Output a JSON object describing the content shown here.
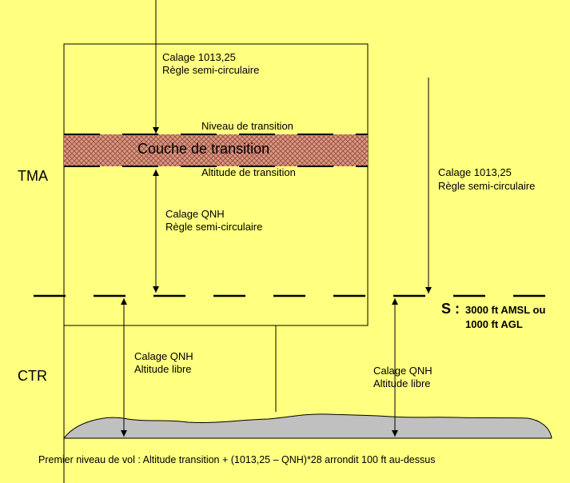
{
  "colors": {
    "background": "#ffff80",
    "transition_layer": "#c87c6c",
    "terrain": "#c0c0c0",
    "lines": "#000000"
  },
  "zones": {
    "tma": "TMA",
    "ctr": "CTR"
  },
  "tma_upper": {
    "line1": "Calage 1013,25",
    "line2": "Règle semi-circulaire"
  },
  "transition": {
    "level": "Niveau de transition",
    "layer": "Couche de transition",
    "altitude": "Altitude de transition"
  },
  "tma_lower": {
    "line1": "Calage QNH",
    "line2": "Règle semi-circulaire"
  },
  "outside_upper": {
    "line1": "Calage 1013,25",
    "line2": "Règle semi-circulaire"
  },
  "s_label": {
    "letter": "S :",
    "line1": "3000 ft AMSL ou",
    "line2": "1000 ft AGL"
  },
  "ctr_left": {
    "line1": "Calage QNH",
    "line2": "Altitude libre"
  },
  "ctr_right": {
    "line1": "Calage QNH",
    "line2": "Altitude libre"
  },
  "footer": "Premier niveau de vol : Altitude transition + (1013,25 – QNH)*28 arrondit 100 ft au-dessus"
}
